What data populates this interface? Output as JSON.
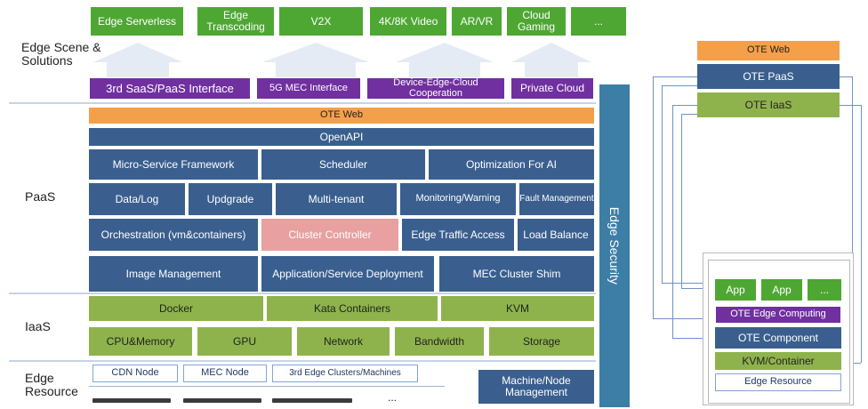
{
  "top_scenes": [
    "Edge Serverless",
    "Edge Transcoding",
    "V2X",
    "4K/8K Video",
    "AR/VR",
    "Cloud Gaming",
    "..."
  ],
  "left_labels": {
    "scene": "Edge Scene & Solutions",
    "paas": "PaaS",
    "iaas": "IaaS",
    "resource": "Edge Resource"
  },
  "interfaces": [
    "3rd SaaS/PaaS Interface",
    "5G MEC Interface",
    "Device-Edge-Cloud Cooperation",
    "Private Cloud"
  ],
  "ote_web": "OTE Web",
  "openapi": "OpenAPI",
  "paas_rows": {
    "row1": [
      "Micro-Service Framework",
      "Scheduler",
      "Optimization For AI"
    ],
    "row2": [
      "Data/Log",
      "Updgrade",
      "Multi-tenant",
      "Monitoring/Warning",
      "Fault Management"
    ],
    "row3": [
      "Orchestration (vm&containers)",
      "Cluster Controller",
      "Edge Traffic Access",
      "Load Balance"
    ],
    "row4": [
      "Image Management",
      "Application/Service Deployment",
      "MEC Cluster Shim"
    ]
  },
  "iaas_rows": {
    "row1": [
      "Docker",
      "Kata Containers",
      "KVM"
    ],
    "row2": [
      "CPU&Memory",
      "GPU",
      "Network",
      "Bandwidth",
      "Storage"
    ]
  },
  "resource_nodes": [
    "CDN Node",
    "MEC Node",
    "3rd Edge Clusters/Machines"
  ],
  "resource_ellipsis": "...",
  "machine_mgmt": "Machine/Node Management",
  "edge_security": "Edge Security",
  "right": {
    "web": "OTE Web",
    "paas": "OTE PaaS",
    "iaas": "OTE IaaS",
    "apps": [
      "App",
      "App",
      "..."
    ],
    "edge_computing": "OTE Edge Computing",
    "component": "OTE Component",
    "kvm": "KVM/Container",
    "resource": "Edge Resource"
  },
  "colors": {
    "green": "#4ea733",
    "purple": "#7030a0",
    "orange": "#f4a04a",
    "blue": "#3a5f8f",
    "light_green": "#8fb34c",
    "pink": "#e8a0a0",
    "teal": "#3d7ea6"
  }
}
